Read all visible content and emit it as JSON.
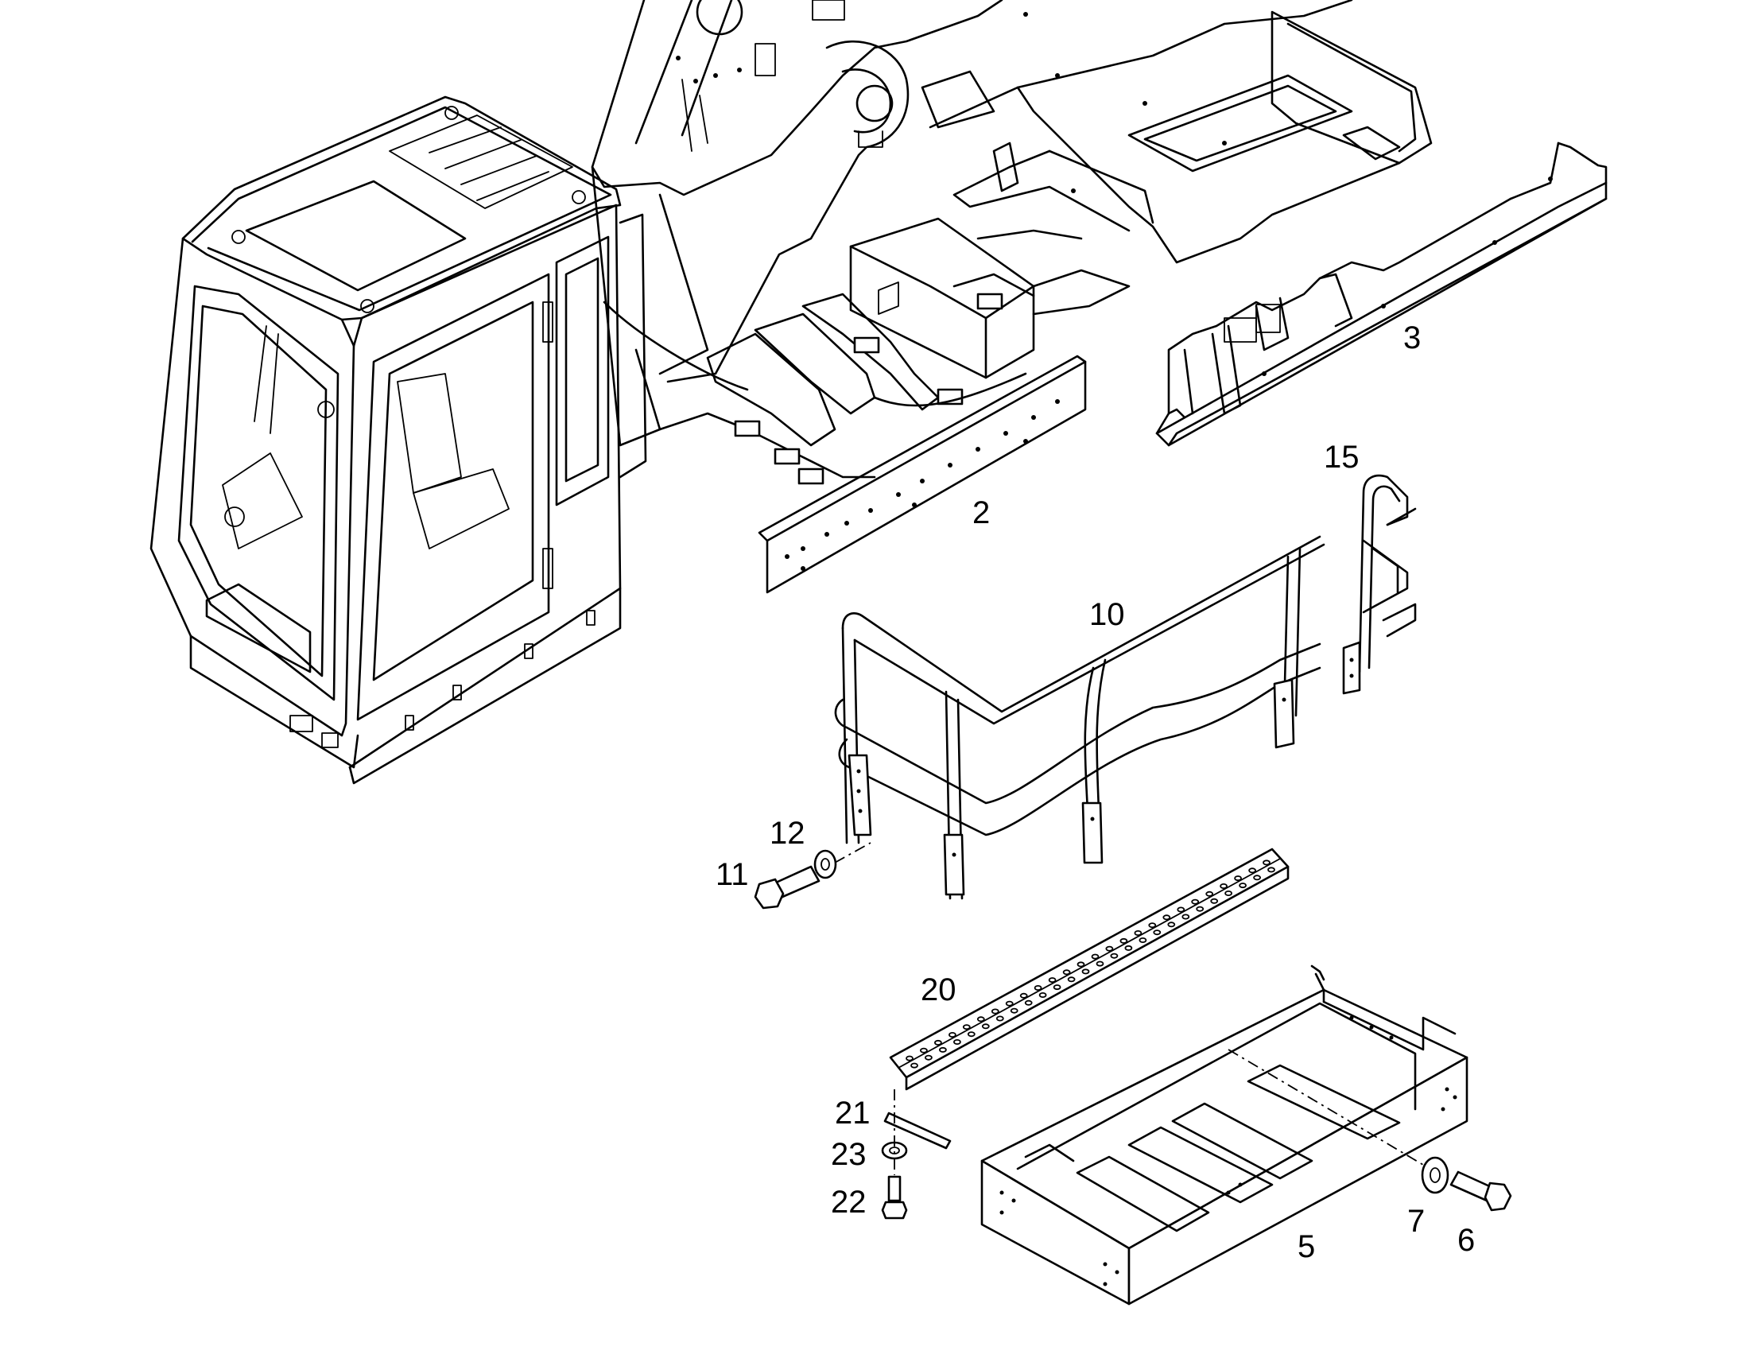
{
  "callouts": {
    "c2": "2",
    "c3": "3",
    "c5": "5",
    "c6": "6",
    "c7": "7",
    "c10": "10",
    "c11": "11",
    "c12": "12",
    "c15": "15",
    "c20": "20",
    "c21": "21",
    "c22": "22",
    "c23": "23"
  }
}
